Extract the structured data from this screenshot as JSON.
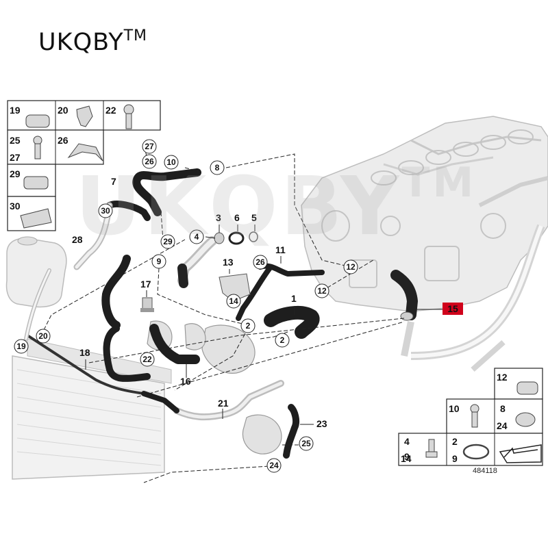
{
  "brand": {
    "name": "UKQBY",
    "tm": "TM"
  },
  "watermark": {
    "text": "UKQBY",
    "tm": "TM"
  },
  "highlight": {
    "label": "15",
    "color": "#d0021b"
  },
  "plain_labels": [
    "19",
    "20",
    "22",
    "25",
    "27",
    "26",
    "29",
    "30",
    "7",
    "28",
    "3",
    "6",
    "5",
    "13",
    "11",
    "1",
    "17",
    "18",
    "16",
    "21",
    "23",
    "9",
    "12",
    "10",
    "8",
    "24",
    "4",
    "14",
    "2",
    "9"
  ],
  "circled_labels": [
    "27",
    "26",
    "10",
    "8",
    "30",
    "29",
    "9",
    "4",
    "26",
    "12",
    "12",
    "14",
    "2",
    "2",
    "22",
    "20",
    "19",
    "25",
    "24"
  ],
  "reference": "484118"
}
